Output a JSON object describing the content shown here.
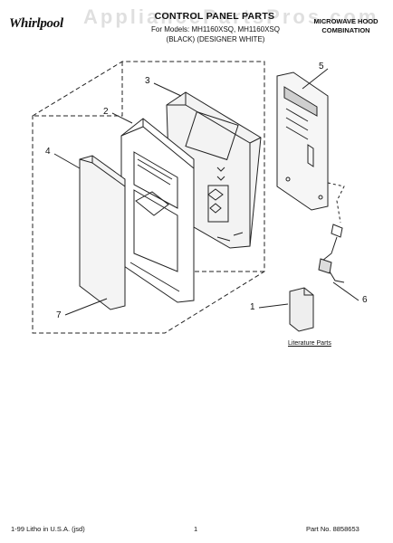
{
  "header": {
    "brand": "Whirlpool",
    "title": "CONTROL PANEL PARTS",
    "model_line": "For Models: MH1160XSQ, MH1160XSQ",
    "color_line": "(BLACK)  (DESIGNER WHITE)",
    "product_type": "MICROWAVE HOOD COMBINATION"
  },
  "watermark": "AppliancePartsPros.com",
  "callouts": [
    "1",
    "2",
    "3",
    "4",
    "5",
    "6",
    "7"
  ],
  "literature_label": "Literature Parts",
  "footer": {
    "left": "1-99 Litho in U.S.A. (jsd)",
    "center": "1",
    "right": "Part No. 8858653"
  }
}
